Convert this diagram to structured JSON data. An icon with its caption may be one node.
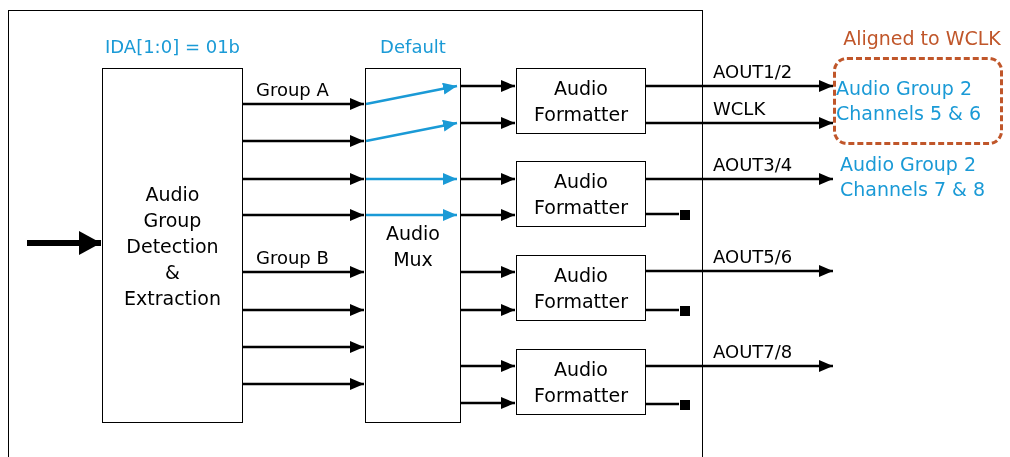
{
  "diagram": {
    "nodes": [
      {
        "text": [],
        "shape": "box"
      },
      {
        "text": [
          "Audio Group Detection & Extraction"
        ],
        "in": 0,
        "beside": [
          "IDA[1:0] = 01b"
        ]
      },
      {
        "text": [
          "Audio Mux"
        ],
        "in": 0,
        "beside": [
          "Default"
        ]
      },
      {
        "text": [
          "Audio Formatter"
        ],
        "in": 0
      },
      {
        "text": [
          "Audio Formatter"
        ],
        "in": 0
      },
      {
        "text": [
          "Audio Formatter"
        ],
        "in": 0
      },
      {
        "text": [
          "Audio Formatter"
        ],
        "in": 0
      },
      {
        "text": [
          "Aligned to WCLK",
          "Audio Group 2 Channels 5 & 6"
        ]
      },
      {
        "text": [
          "Audio Group 2 Channels 7 & 8"
        ]
      },
      {
        "text": [],
        "shape": "square",
        "in": 0
      },
      {
        "text": [],
        "shape": "square",
        "in": 0
      },
      {
        "text": [],
        "shape": "square",
        "in": 0
      }
    ],
    "edges": [
      {
        "from": null,
        "to": 1,
        "arrow": "to",
        "style": "thick"
      },
      {
        "from": 1,
        "to": 2,
        "arrow": "to",
        "label": "Group A"
      },
      {
        "from": 1,
        "to": 2,
        "arrow": "to"
      },
      {
        "from": 1,
        "to": 2,
        "arrow": "to"
      },
      {
        "from": 1,
        "to": 2,
        "arrow": "to"
      },
      {
        "from": 1,
        "to": 2,
        "arrow": "to",
        "label": "Group B"
      },
      {
        "from": 1,
        "to": 2,
        "arrow": "to"
      },
      {
        "from": 1,
        "to": 2,
        "arrow": "to"
      },
      {
        "from": 1,
        "to": 2,
        "arrow": "to"
      },
      {
        "from": 2,
        "to": 3,
        "arrow": "to"
      },
      {
        "from": 2,
        "to": 3,
        "arrow": "to"
      },
      {
        "from": 2,
        "to": 4,
        "arrow": "to"
      },
      {
        "from": 2,
        "to": 4,
        "arrow": "to"
      },
      {
        "from": 2,
        "to": 5,
        "arrow": "to"
      },
      {
        "from": 2,
        "to": 5,
        "arrow": "to"
      },
      {
        "from": 2,
        "to": 6,
        "arrow": "to"
      },
      {
        "from": 2,
        "to": 6,
        "arrow": "to"
      },
      {
        "from": 3,
        "to": 7,
        "arrow": "to",
        "label": "AOUT1/2"
      },
      {
        "from": 3,
        "to": 7,
        "arrow": "to",
        "label": "WCLK"
      },
      {
        "from": 4,
        "to": 8,
        "arrow": "to",
        "label": "AOUT3/4"
      },
      {
        "from": 4,
        "to": 9,
        "arrow": "none"
      },
      {
        "from": 5,
        "to": null,
        "arrow": "to",
        "label": "AOUT5/6"
      },
      {
        "from": 5,
        "to": 10,
        "arrow": "none"
      },
      {
        "from": 6,
        "to": null,
        "arrow": "to",
        "label": "AOUT7/8"
      },
      {
        "from": 6,
        "to": 11,
        "arrow": "none"
      }
    ]
  }
}
